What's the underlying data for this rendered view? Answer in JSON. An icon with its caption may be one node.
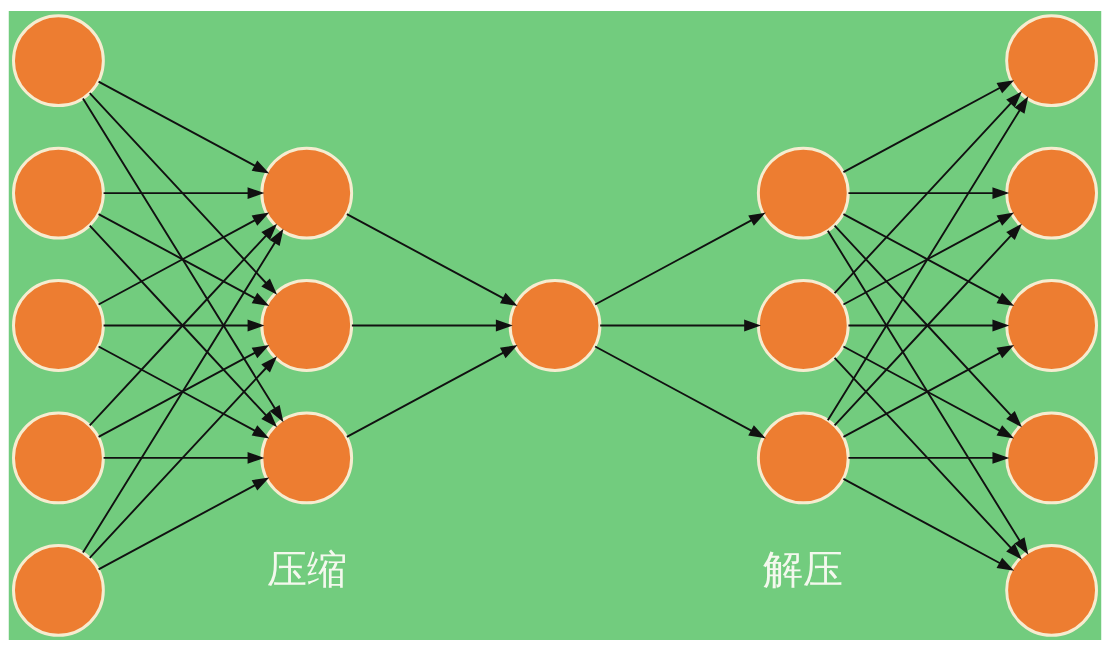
{
  "diagram": {
    "nodes": [
      {
        "text": [],
        "shape": "circle"
      },
      {
        "text": [],
        "shape": "circle"
      },
      {
        "text": [],
        "shape": "circle"
      },
      {
        "text": [],
        "shape": "circle"
      },
      {
        "text": [],
        "shape": "circle"
      },
      {
        "text": [],
        "shape": "circle"
      },
      {
        "text": [],
        "shape": "circle"
      },
      {
        "text": [],
        "shape": "circle"
      },
      {
        "text": [],
        "shape": "circle"
      },
      {
        "text": [],
        "shape": "circle"
      },
      {
        "text": [],
        "shape": "circle"
      },
      {
        "text": [],
        "shape": "circle"
      },
      {
        "text": [],
        "shape": "circle"
      },
      {
        "text": [],
        "shape": "circle"
      },
      {
        "text": [],
        "shape": "circle"
      },
      {
        "text": [],
        "shape": "circle"
      },
      {
        "text": [],
        "shape": "circle"
      }
    ],
    "edges": [
      {
        "from": 0,
        "to": 5,
        "arrow": "to"
      },
      {
        "from": 0,
        "to": 6,
        "arrow": "to"
      },
      {
        "from": 0,
        "to": 7,
        "arrow": "to"
      },
      {
        "from": 1,
        "to": 5,
        "arrow": "to"
      },
      {
        "from": 1,
        "to": 6,
        "arrow": "to"
      },
      {
        "from": 1,
        "to": 7,
        "arrow": "to"
      },
      {
        "from": 2,
        "to": 5,
        "arrow": "to"
      },
      {
        "from": 2,
        "to": 6,
        "arrow": "to"
      },
      {
        "from": 2,
        "to": 7,
        "arrow": "to"
      },
      {
        "from": 3,
        "to": 5,
        "arrow": "to"
      },
      {
        "from": 3,
        "to": 6,
        "arrow": "to"
      },
      {
        "from": 3,
        "to": 7,
        "arrow": "to"
      },
      {
        "from": 4,
        "to": 5,
        "arrow": "to"
      },
      {
        "from": 4,
        "to": 6,
        "arrow": "to"
      },
      {
        "from": 4,
        "to": 7,
        "arrow": "to"
      },
      {
        "from": 5,
        "to": 8,
        "arrow": "to"
      },
      {
        "from": 6,
        "to": 8,
        "arrow": "to"
      },
      {
        "from": 7,
        "to": 8,
        "arrow": "to"
      },
      {
        "from": 8,
        "to": 9,
        "arrow": "to"
      },
      {
        "from": 8,
        "to": 10,
        "arrow": "to"
      },
      {
        "from": 8,
        "to": 11,
        "arrow": "to"
      },
      {
        "from": 9,
        "to": 12,
        "arrow": "to"
      },
      {
        "from": 9,
        "to": 13,
        "arrow": "to"
      },
      {
        "from": 9,
        "to": 14,
        "arrow": "to"
      },
      {
        "from": 9,
        "to": 15,
        "arrow": "to"
      },
      {
        "from": 9,
        "to": 16,
        "arrow": "to"
      },
      {
        "from": 10,
        "to": 12,
        "arrow": "to"
      },
      {
        "from": 10,
        "to": 13,
        "arrow": "to"
      },
      {
        "from": 10,
        "to": 14,
        "arrow": "to"
      },
      {
        "from": 10,
        "to": 15,
        "arrow": "to"
      },
      {
        "from": 10,
        "to": 16,
        "arrow": "to"
      },
      {
        "from": 11,
        "to": 12,
        "arrow": "to"
      },
      {
        "from": 11,
        "to": 13,
        "arrow": "to"
      },
      {
        "from": 11,
        "to": 14,
        "arrow": "to"
      },
      {
        "from": 11,
        "to": 15,
        "arrow": "to"
      },
      {
        "from": 11,
        "to": 16,
        "arrow": "to"
      }
    ],
    "labels": [
      "压缩",
      "解压"
    ]
  }
}
